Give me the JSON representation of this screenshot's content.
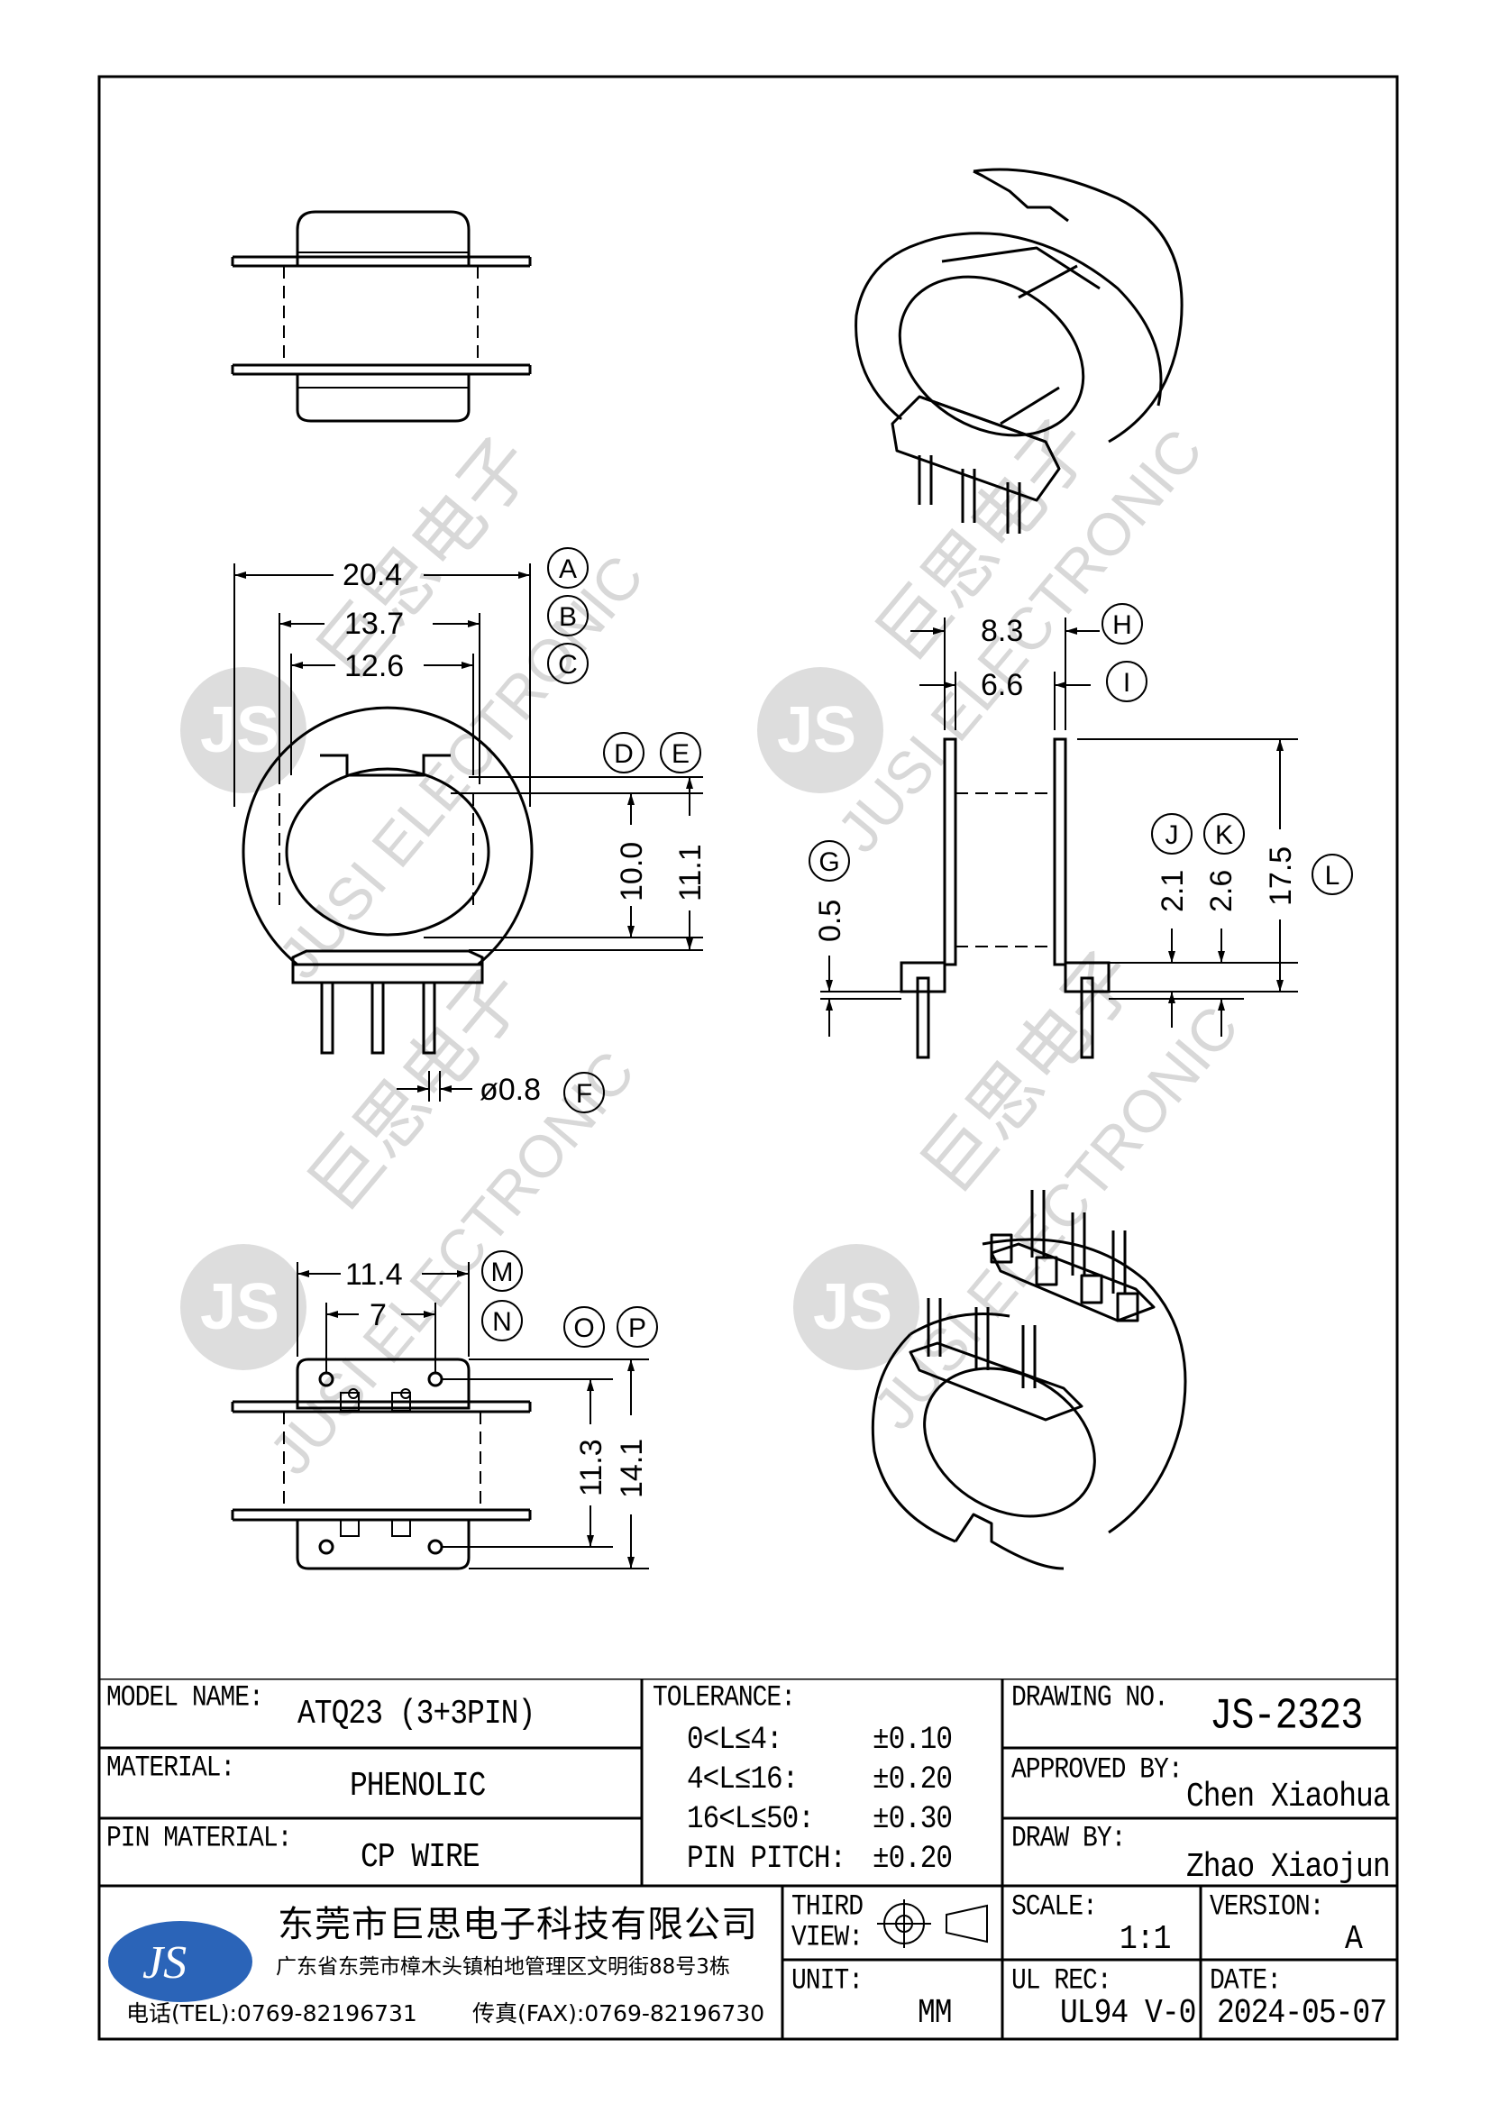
{
  "views": {
    "front": {
      "dims": {
        "A": "20.4",
        "B": "13.7",
        "C": "12.6",
        "D_val": "10.0",
        "E_val": "11.1",
        "F": "ø0.8"
      },
      "letters": [
        "A",
        "B",
        "C",
        "D",
        "E",
        "F"
      ]
    },
    "side": {
      "dims": {
        "H": "8.3",
        "I": "6.6",
        "G_val": "0.5",
        "J_val": "2.1",
        "K_val": "2.6",
        "L_val": "17.5"
      },
      "letters": [
        "H",
        "I",
        "G",
        "J",
        "K",
        "L"
      ]
    },
    "bottom": {
      "dims": {
        "M": "11.4",
        "N": "7",
        "O_val": "11.3",
        "P_val": "14.1"
      },
      "letters": [
        "M",
        "N",
        "O",
        "P"
      ]
    }
  },
  "watermark": {
    "latin": "JUSI ELECTRONIC",
    "chinese": "巨思电子",
    "logo": "JS"
  },
  "title_block": {
    "model_label": "MODEL NAME:",
    "model_value": "ATQ23 (3+3PIN)",
    "material_label": "MATERIAL:",
    "material_value": "PHENOLIC",
    "pin_material_label": "PIN MATERIAL:",
    "pin_material_value": "CP WIRE",
    "tolerance_label": "TOLERANCE:",
    "tolerances": [
      {
        "range": "0<L≤4:",
        "value": "±0.10"
      },
      {
        "range": "4<L≤16:",
        "value": "±0.20"
      },
      {
        "range": "16<L≤50:",
        "value": "±0.30"
      },
      {
        "range": "PIN PITCH:",
        "value": "±0.20"
      }
    ],
    "drawing_no_label": "DRAWING NO.",
    "drawing_no": "JS-2323",
    "approved_label": "APPROVED BY:",
    "approved_value": "Chen Xiaohua",
    "draw_label": "DRAW BY:",
    "draw_value": "Zhao Xiaojun",
    "company_name": "东莞市巨思电子科技有限公司",
    "company_address": "广东省东莞市樟木头镇柏地管理区文明街88号3栋",
    "tel": "电话(TEL):0769-82196731",
    "fax": "传真(FAX):0769-82196730",
    "logo_text": "JS",
    "third_view_label_1": "THIRD",
    "third_view_label_2": "VIEW:",
    "unit_label": "UNIT:",
    "unit_value": "MM",
    "scale_label": "SCALE:",
    "scale_value": "1:1",
    "version_label": "VERSION:",
    "version_value": "A",
    "ul_label": "UL REC:",
    "ul_value": "UL94 V-0",
    "date_label": "DATE:",
    "date_value": "2024-05-07"
  },
  "colors": {
    "logo_blue": "#2b64b8",
    "line": "#000000",
    "watermark": "#cfcfcf"
  }
}
